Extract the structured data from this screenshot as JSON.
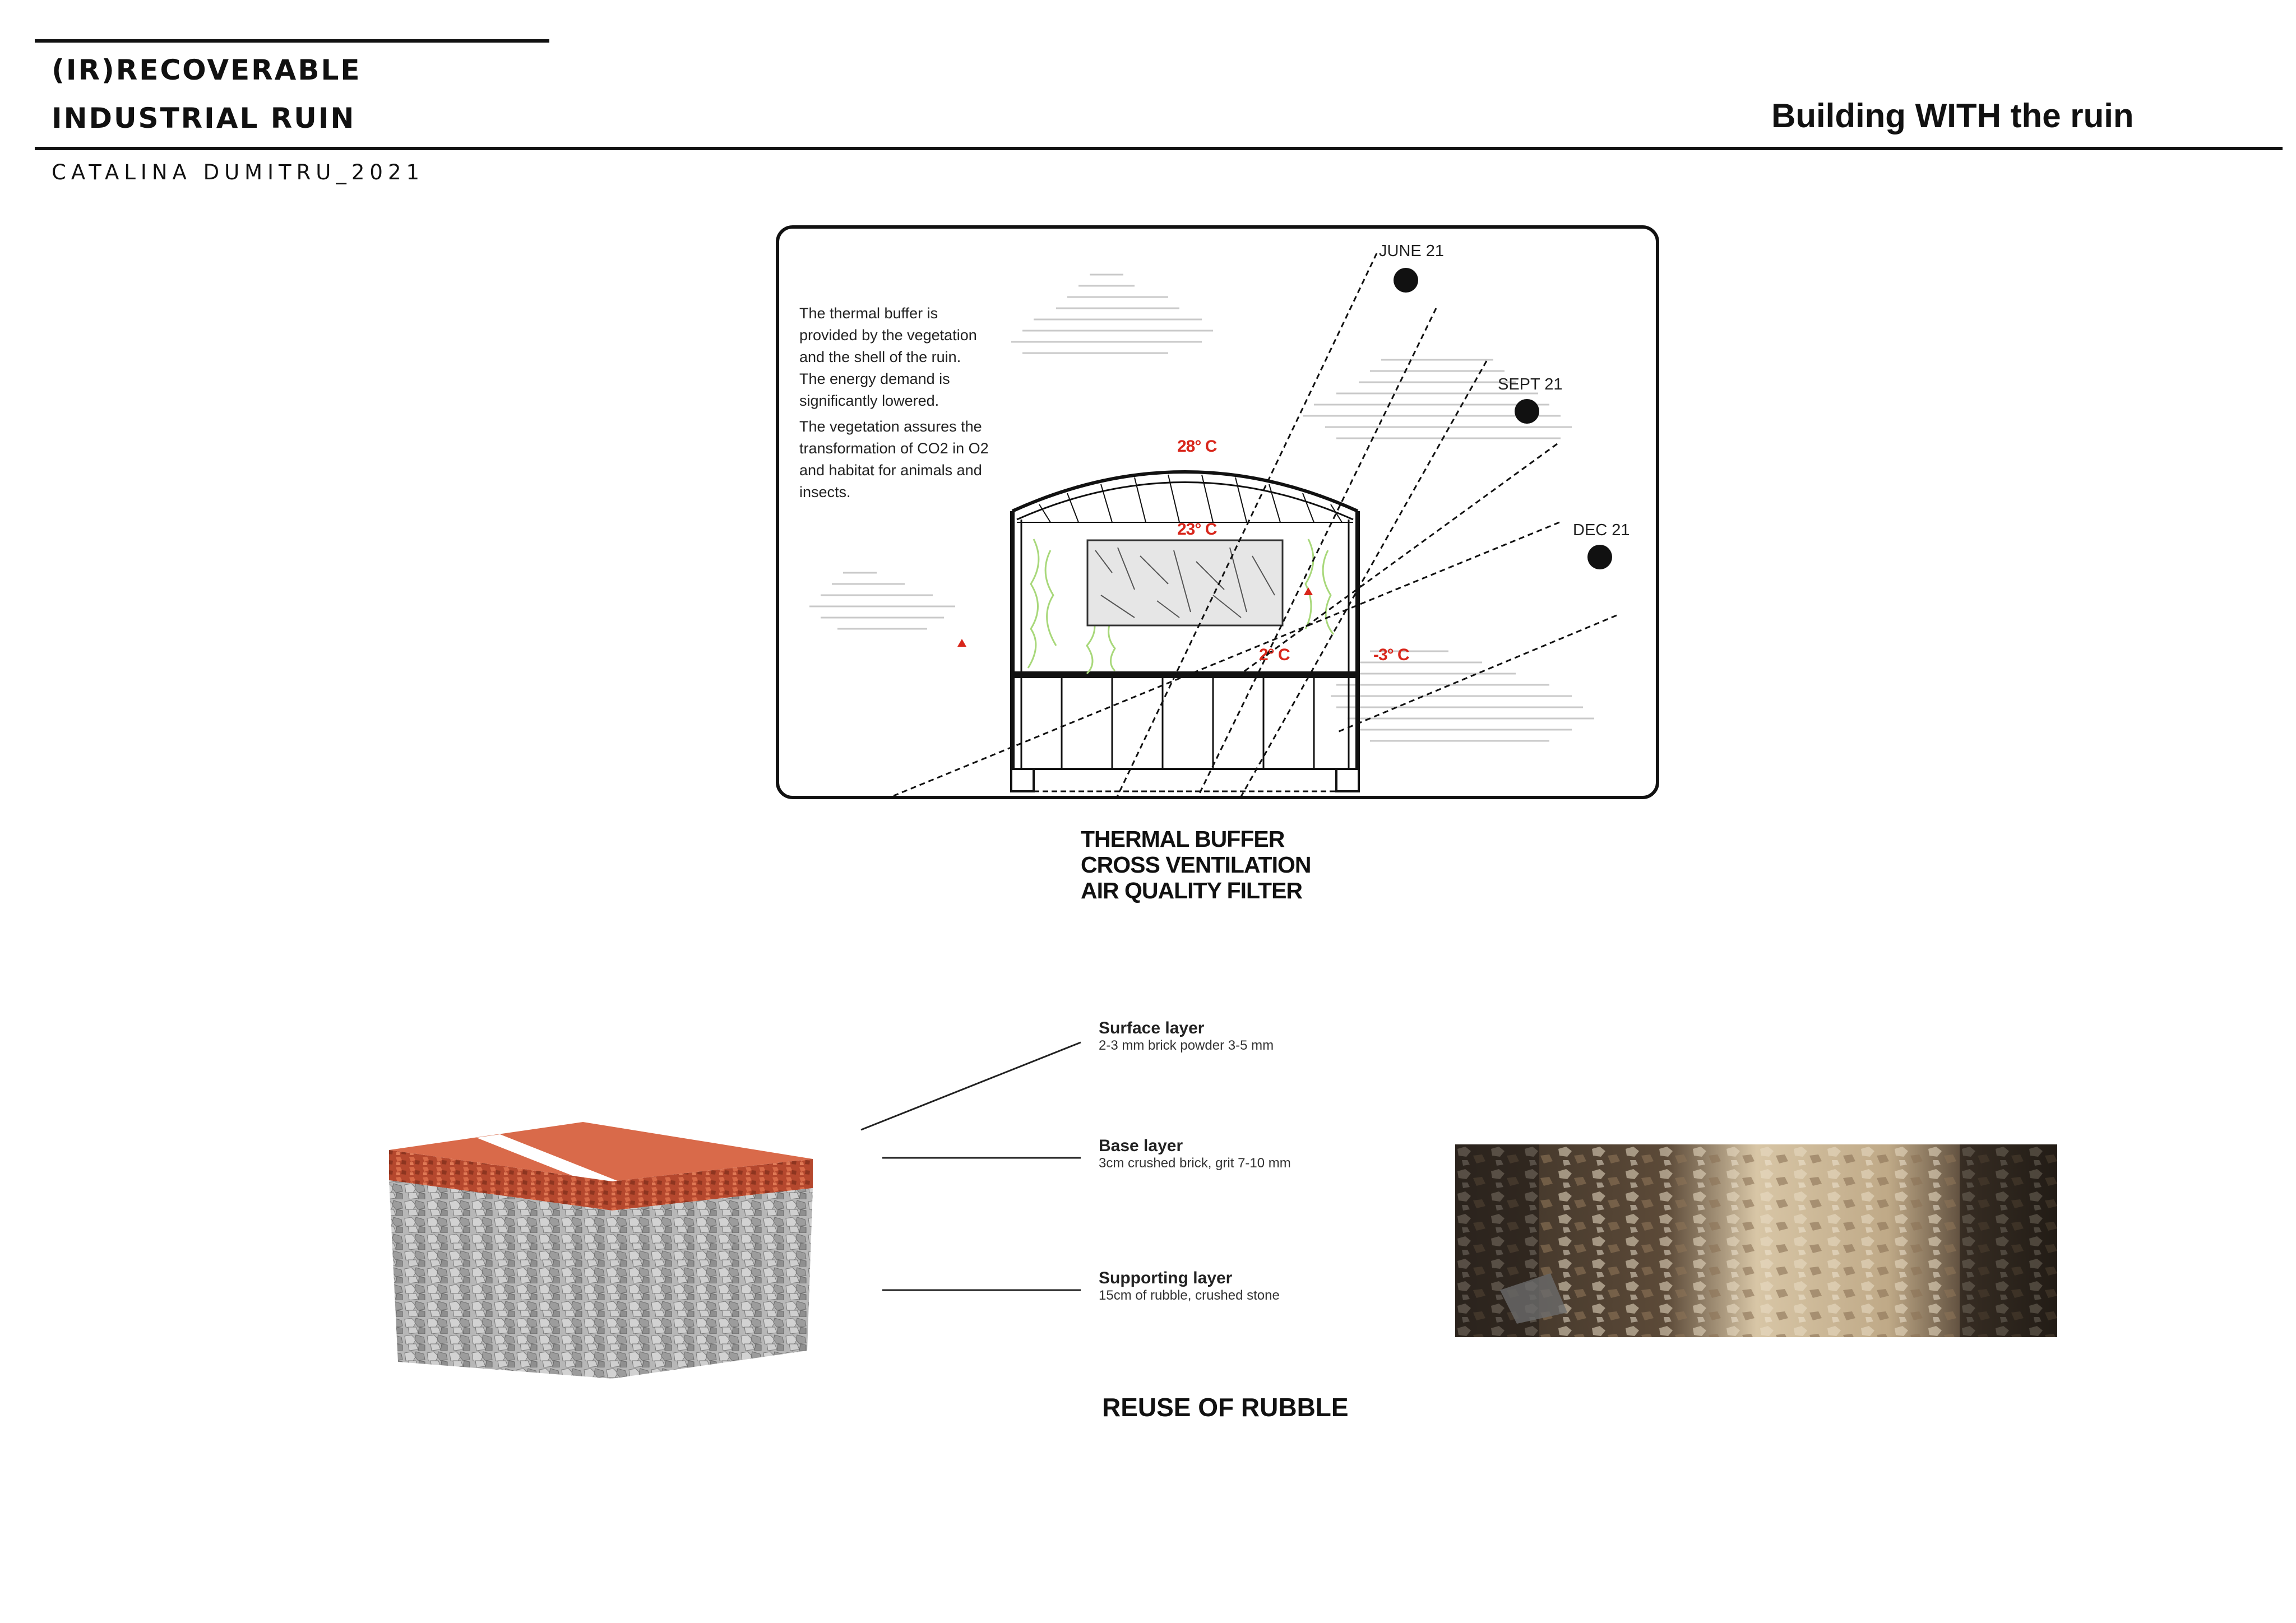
{
  "header": {
    "title_line1": "(IR)RECOVERABLE",
    "title_line2": "INDUSTRIAL RUIN",
    "author": "CATALINA DUMITRU_2021",
    "section_title": "Building WITH the ruin"
  },
  "thermal_diagram": {
    "note_paragraph1": "The thermal buffer is\nprovided by the vegetation\nand the shell of the ruin.\nThe energy demand is\nsignificantly lowered.",
    "note_paragraph2": "The vegetation assures the\ntransformation of CO2 in O2\nand habitat for animals and\ninsects.",
    "sun_labels": {
      "june": "JUNE 21",
      "sept": "SEPT 21",
      "dec": "DEC 21"
    },
    "temperatures": {
      "roof": "28° C",
      "inside": "23° C",
      "buffer": "2° C",
      "outside": "-3° C"
    },
    "colors": {
      "temperature": "#d8261b",
      "vegetation": "#a8d87a",
      "frame": "#111111"
    },
    "caption_lines": [
      "THERMAL BUFFER",
      "CROSS VENTILATION",
      "AIR QUALITY FILTER"
    ]
  },
  "rubble": {
    "layers": [
      {
        "title": "Surface layer",
        "detail": "2-3 mm brick powder 3-5 mm"
      },
      {
        "title": "Base layer",
        "detail": "3cm crushed brick, grit 7-10 mm"
      },
      {
        "title": "Supporting layer",
        "detail": "15cm of rubble, crushed stone"
      }
    ],
    "caption": "REUSE OF RUBBLE",
    "colors": {
      "brick": "#d96a4a",
      "stone": "#a9a9a9"
    }
  }
}
